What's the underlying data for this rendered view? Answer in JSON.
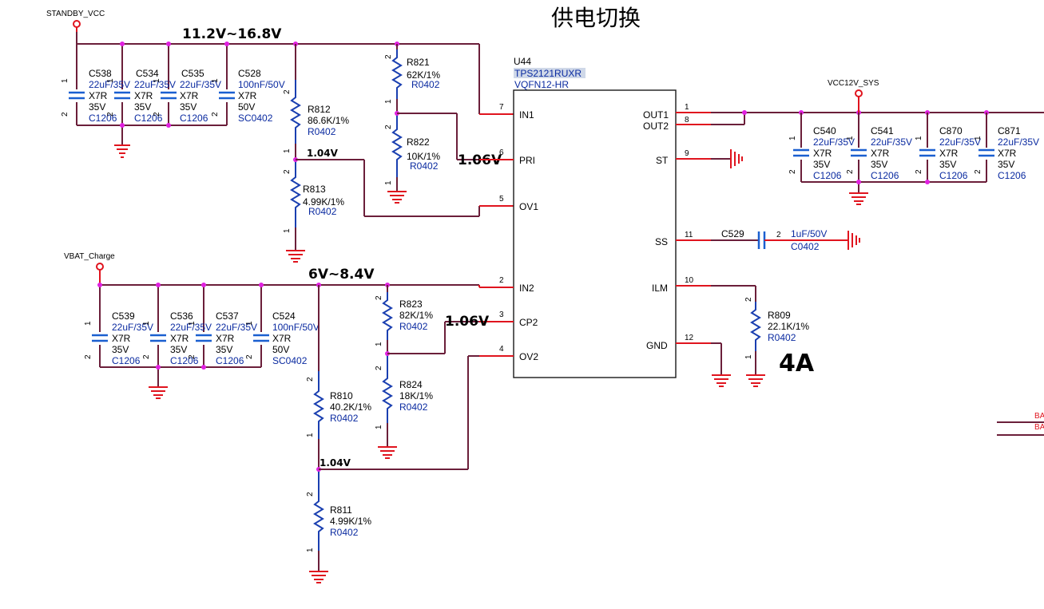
{
  "title": "供电切换",
  "nets": {
    "standby": "STANDBY_VCC",
    "vbat": "VBAT_Charge",
    "vcc12": "VCC12V_SYS",
    "range_top": "11.2V~16.8V",
    "range_bot": "6V~8.4V",
    "v104_top": "1.04V",
    "v104_bot": "1.04V",
    "v106_pri": "1.06V",
    "v106_cp2": "1.06V",
    "current": "4A",
    "edge_a": "BA",
    "edge_b": "BA"
  },
  "ic": {
    "ref": "U44",
    "part": "TPS2121RUXR",
    "package": "VQFN12-HR",
    "left_pins": [
      {
        "num": "7",
        "name": "IN1"
      },
      {
        "num": "6",
        "name": "PRI"
      },
      {
        "num": "5",
        "name": "OV1"
      },
      {
        "num": "2",
        "name": "IN2"
      },
      {
        "num": "3",
        "name": "CP2"
      },
      {
        "num": "4",
        "name": "OV2"
      }
    ],
    "right_pins": [
      {
        "num": "1",
        "name": "OUT1"
      },
      {
        "num": "8",
        "name": "OUT2"
      },
      {
        "num": "9",
        "name": "ST"
      },
      {
        "num": "11",
        "name": "SS"
      },
      {
        "num": "10",
        "name": "ILM"
      },
      {
        "num": "12",
        "name": "GND"
      }
    ]
  },
  "caps_top": [
    {
      "ref": "C538",
      "val": "22uF/35V",
      "die": "X7R",
      "v": "35V",
      "pkg": "C1206"
    },
    {
      "ref": "C534",
      "val": "22uF/35V",
      "die": "X7R",
      "v": "35V",
      "pkg": "C1206"
    },
    {
      "ref": "C535",
      "val": "22uF/35V",
      "die": "X7R",
      "v": "35V",
      "pkg": "C1206"
    },
    {
      "ref": "C528",
      "val": "100nF/50V",
      "die": "X7R",
      "v": "50V",
      "pkg": "SC0402"
    }
  ],
  "caps_bot": [
    {
      "ref": "C539",
      "val": "22uF/35V",
      "die": "X7R",
      "v": "35V",
      "pkg": "C1206"
    },
    {
      "ref": "C536",
      "val": "22uF/35V",
      "die": "X7R",
      "v": "35V",
      "pkg": "C1206"
    },
    {
      "ref": "C537",
      "val": "22uF/35V",
      "die": "X7R",
      "v": "35V",
      "pkg": "C1206"
    },
    {
      "ref": "C524",
      "val": "100nF/50V",
      "die": "X7R",
      "v": "50V",
      "pkg": "SC0402"
    }
  ],
  "caps_out": [
    {
      "ref": "C540",
      "val": "22uF/35V",
      "die": "X7R",
      "v": "35V",
      "pkg": "C1206"
    },
    {
      "ref": "C541",
      "val": "22uF/35V",
      "die": "X7R",
      "v": "35V",
      "pkg": "C1206"
    },
    {
      "ref": "C870",
      "val": "22uF/35V",
      "die": "X7R",
      "v": "35V",
      "pkg": "C1206"
    },
    {
      "ref": "C871",
      "val": "22uF/35V",
      "die": "X7R",
      "v": "35V",
      "pkg": "C1206"
    }
  ],
  "res": {
    "r812": {
      "ref": "R812",
      "val": "86.6K/1%",
      "pkg": "R0402"
    },
    "r813": {
      "ref": "R813",
      "val": "4.99K/1%",
      "pkg": "R0402"
    },
    "r821": {
      "ref": "R821",
      "val": "62K/1%",
      "pkg": "R0402"
    },
    "r822": {
      "ref": "R822",
      "val": "10K/1%",
      "pkg": "R0402"
    },
    "r823": {
      "ref": "R823",
      "val": "82K/1%",
      "pkg": "R0402"
    },
    "r824": {
      "ref": "R824",
      "val": "18K/1%",
      "pkg": "R0402"
    },
    "r810": {
      "ref": "R810",
      "val": "40.2K/1%",
      "pkg": "R0402"
    },
    "r811": {
      "ref": "R811",
      "val": "4.99K/1%",
      "pkg": "R0402"
    },
    "r809": {
      "ref": "R809",
      "val": "22.1K/1%",
      "pkg": "R0402"
    }
  },
  "c529": {
    "ref": "C529",
    "val": "1uF/50V",
    "pkg": "C0402"
  },
  "pin_numbers": {
    "one": "1",
    "two": "2"
  }
}
